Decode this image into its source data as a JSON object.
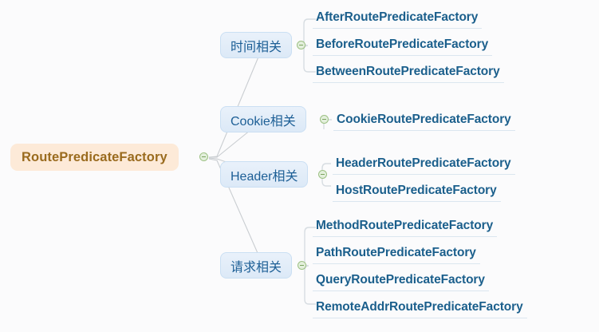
{
  "diagram": {
    "type": "mind-map",
    "title": "RoutePredicateFactory mind map",
    "colors": {
      "background": "#fbfbfc",
      "root_fill": "#fdead8",
      "root_text": "#9a6b1e",
      "category_fill": "#e4eef8",
      "category_border": "#cadff3",
      "category_text": "#1d5f96",
      "leaf_text": "#1b5f8c",
      "leaf_underline": "#dbe6ef",
      "connector": "#c9cdd1",
      "bracket": "#d7dde2",
      "dot_fill": "#e3efdc",
      "dot_border": "#9dc184"
    },
    "root": {
      "label": "RoutePredicateFactory",
      "collapse_icon": "collapse-dot-icon"
    },
    "branches": [
      {
        "label": "时间相关",
        "collapse_icon": "collapse-dot-icon",
        "leaves": [
          "AfterRoutePredicateFactory",
          "BeforeRoutePredicateFactory",
          "BetweenRoutePredicateFactory"
        ]
      },
      {
        "label": "Cookie相关",
        "collapse_icon": "collapse-dot-icon",
        "leaves": [
          "CookieRoutePredicateFactory"
        ]
      },
      {
        "label": "Header相关",
        "collapse_icon": "collapse-dot-icon",
        "leaves": [
          "HeaderRoutePredicateFactory",
          "HostRoutePredicateFactory"
        ]
      },
      {
        "label": "请求相关",
        "collapse_icon": "collapse-dot-icon",
        "leaves": [
          "MethodRoutePredicateFactory",
          "PathRoutePredicateFactory",
          "QueryRoutePredicateFactory",
          "RemoteAddrRoutePredicateFactory"
        ]
      }
    ]
  }
}
